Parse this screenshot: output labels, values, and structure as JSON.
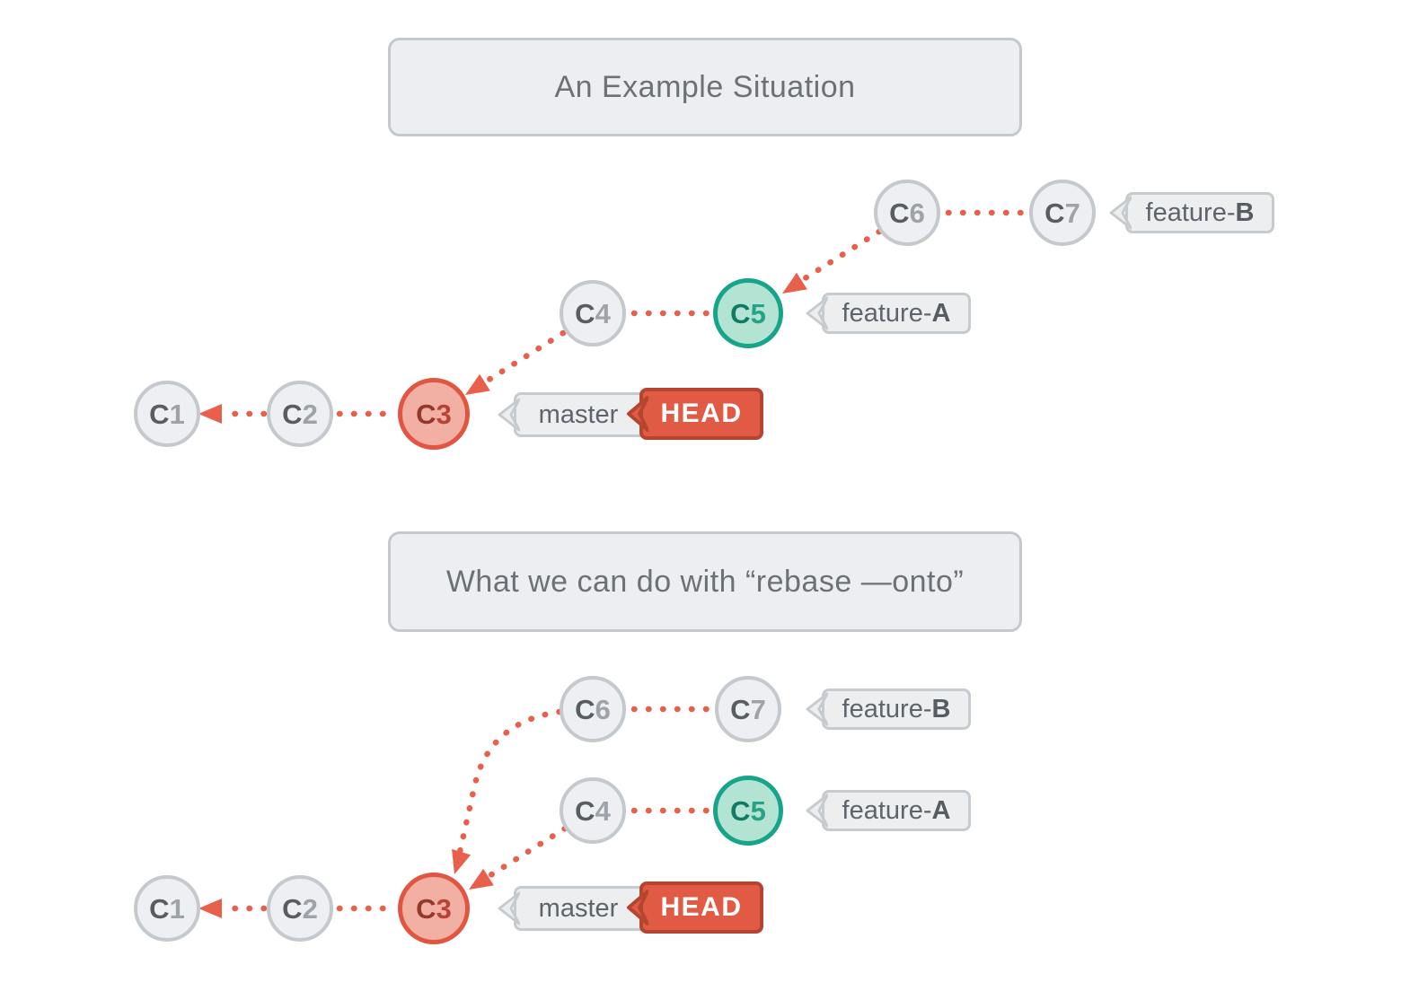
{
  "titles": {
    "top": "An Example Situation",
    "bottom": "What we can do with “rebase —onto”"
  },
  "branch_labels": {
    "feature_a": {
      "prefix": "feature-",
      "bold": "A"
    },
    "feature_b": {
      "prefix": "feature-",
      "bold": "B"
    },
    "master": "master",
    "head": "HEAD"
  },
  "commits": {
    "top": [
      {
        "letter": "C",
        "digit": "1",
        "variant": "gray"
      },
      {
        "letter": "C",
        "digit": "2",
        "variant": "gray"
      },
      {
        "letter": "C",
        "digit": "3",
        "variant": "red"
      },
      {
        "letter": "C",
        "digit": "4",
        "variant": "gray"
      },
      {
        "letter": "C",
        "digit": "5",
        "variant": "green"
      },
      {
        "letter": "C",
        "digit": "6",
        "variant": "gray"
      },
      {
        "letter": "C",
        "digit": "7",
        "variant": "gray"
      }
    ],
    "bottom": [
      {
        "letter": "C",
        "digit": "1",
        "variant": "gray"
      },
      {
        "letter": "C",
        "digit": "2",
        "variant": "gray"
      },
      {
        "letter": "C",
        "digit": "3",
        "variant": "red"
      },
      {
        "letter": "C",
        "digit": "4",
        "variant": "gray"
      },
      {
        "letter": "C",
        "digit": "5",
        "variant": "green"
      },
      {
        "letter": "C",
        "digit": "6",
        "variant": "gray"
      },
      {
        "letter": "C",
        "digit": "7",
        "variant": "gray"
      }
    ]
  },
  "graph": {
    "top_edges": [
      "C2→C1",
      "C3→C2",
      "C4→C3",
      "C5→C4",
      "C6→C5",
      "C7→C6"
    ],
    "bottom_edges": [
      "C2→C1",
      "C3→C2",
      "C4→C3",
      "C5→C4",
      "C6→C3",
      "C7→C6"
    ]
  },
  "colors": {
    "accent_red": "#E8604C",
    "node_gray_fill": "#EEEFF2",
    "node_gray_border": "#C4C9CD",
    "node_red_fill": "#F2AFA3",
    "node_red_border": "#E25540",
    "node_green_fill": "#B2E3D3",
    "node_green_border": "#17A589",
    "head_fill": "#E15A43",
    "head_border": "#B5452F",
    "bubble_fill": "#ECEEF0",
    "bubble_border": "#C6CBCF",
    "text_gray": "#5E646B",
    "title_text": "#6B7177"
  }
}
